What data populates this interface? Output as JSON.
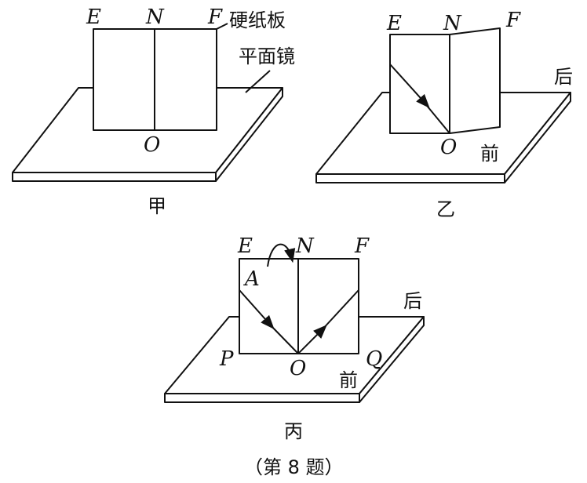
{
  "panel_jia": {
    "point_e": "E",
    "point_n": "N",
    "point_f": "F",
    "point_o": "O",
    "card_label": "硬纸板",
    "mirror_label": "平面镜",
    "caption": "甲"
  },
  "panel_yi": {
    "point_e": "E",
    "point_n": "N",
    "point_f": "F",
    "point_o": "O",
    "back_label": "后",
    "front_label": "前",
    "caption": "乙"
  },
  "panel_bing": {
    "point_e": "E",
    "point_n": "N",
    "point_f": "F",
    "point_o": "O",
    "point_a": "A",
    "point_p": "P",
    "point_q": "Q",
    "back_label": "后",
    "front_label": "前",
    "caption": "丙"
  },
  "figure_caption": "（第 8 题）"
}
